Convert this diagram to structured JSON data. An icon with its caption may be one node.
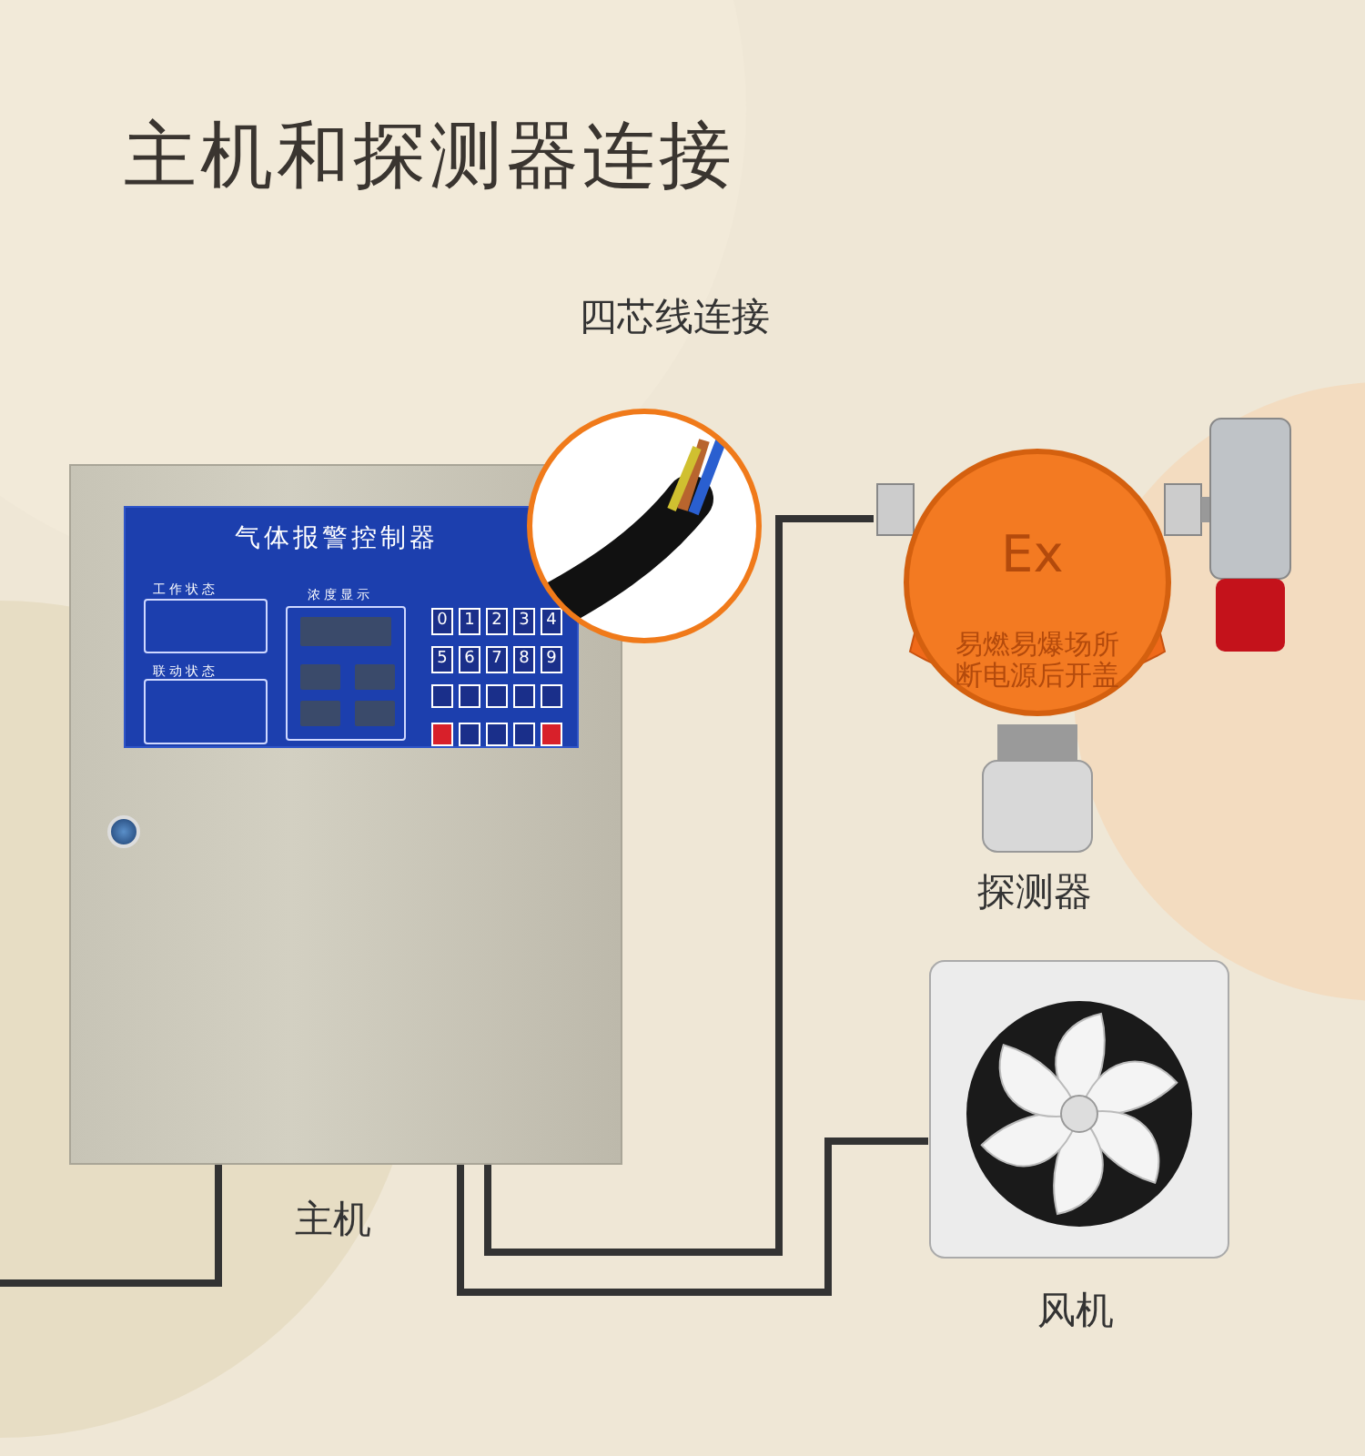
{
  "diagram": {
    "title": "主机和探测器连接",
    "nodes": [
      {
        "text": [],
        "shape": "box",
        "beside": [
          "主机"
        ]
      },
      {
        "text": [
          "气体报警控制器",
          "工作状态",
          "浓度显示",
          "联动状态",
          "0",
          "1",
          "2",
          "3",
          "4",
          "5",
          "6",
          "7",
          "8",
          "9"
        ],
        "in": 0
      },
      {
        "text": [],
        "shape": "picture",
        "beside": [
          "四芯线连接"
        ]
      },
      {
        "text": [
          "Ex",
          "易燃易爆场所断电源后开盖"
        ],
        "beside": [
          "探测器"
        ]
      },
      {
        "text": [],
        "shape": "picture",
        "beside": [
          "风机"
        ]
      }
    ],
    "edges": [
      {
        "from": 0,
        "to": 3,
        "arrow": "none"
      },
      {
        "from": 0,
        "to": 4,
        "arrow": "none"
      },
      {
        "from": 0,
        "to": null,
        "arrow": "none"
      }
    ]
  }
}
